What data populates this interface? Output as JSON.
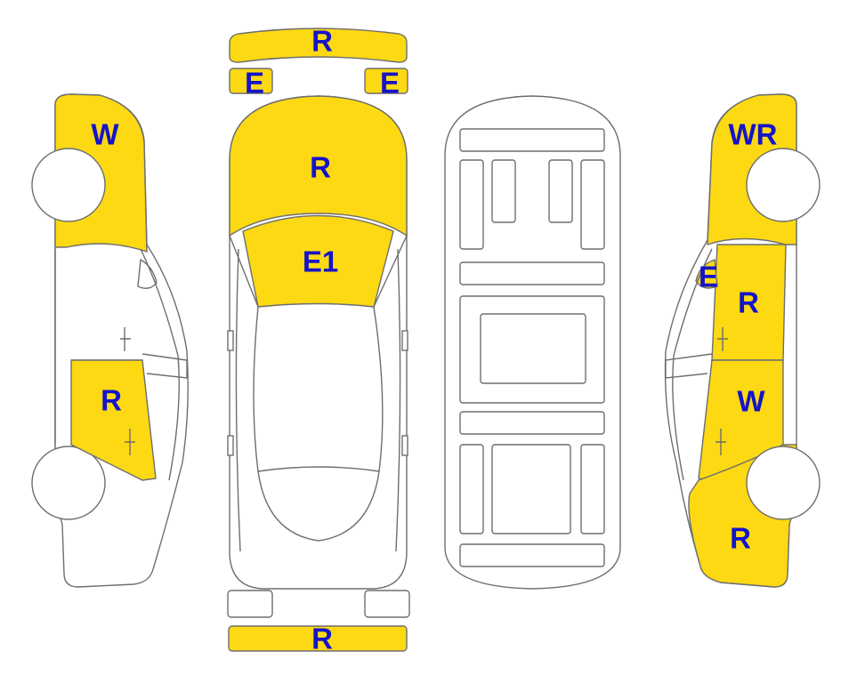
{
  "colors": {
    "damage_fill": "#fcd913",
    "outline": "#6e6e6e",
    "label": "#1414c8",
    "background": "#ffffff"
  },
  "labels": {
    "front_bumper": "R",
    "left_headlight": "E",
    "right_headlight": "E",
    "hood": "R",
    "windshield": "E1",
    "rear_bumper": "R",
    "left_front_fender": "W",
    "left_rear_door": "R",
    "right_front_fender": "WR",
    "right_mirror": "E",
    "right_front_door": "R",
    "right_rear_door": "W",
    "right_rear_quarter": "R"
  }
}
